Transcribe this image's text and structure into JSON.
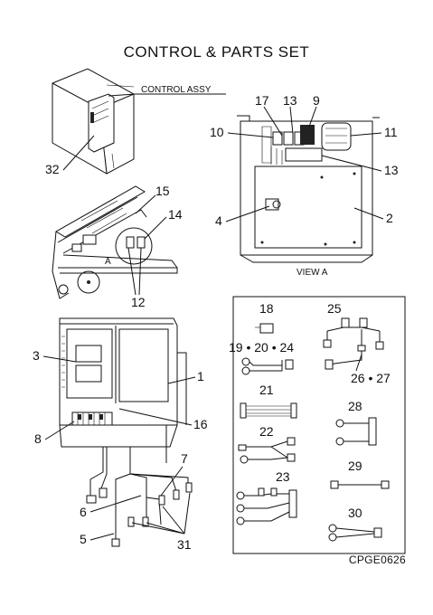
{
  "title": "CONTROL & PARTS SET",
  "drawing_code": "CPGE0626",
  "labels": {
    "control_assy": "CONTROL ASSY",
    "view_a": "VIEW A",
    "view_marker": "A"
  },
  "callouts": {
    "n1": "1",
    "n2": "2",
    "n3": "3",
    "n4": "4",
    "n5": "5",
    "n6": "6",
    "n7": "7",
    "n8": "8",
    "n9": "9",
    "n10": "10",
    "n11": "11",
    "n12": "12",
    "n13a": "13",
    "n13b": "13",
    "n14": "14",
    "n15": "15",
    "n16": "16",
    "n17": "17",
    "n18": "18",
    "n19_24": "19 • 20 • 24",
    "n21": "21",
    "n22": "22",
    "n23": "23",
    "n25": "25",
    "n26_27": "26 • 27",
    "n28": "28",
    "n29": "29",
    "n30": "30",
    "n31": "31",
    "n32": "32"
  }
}
